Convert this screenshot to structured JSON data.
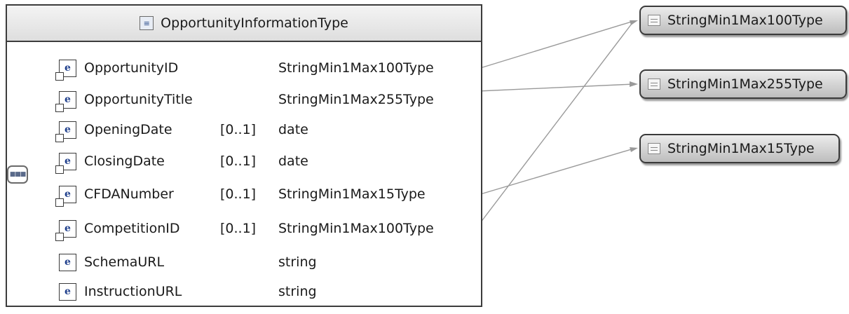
{
  "complex_type": {
    "name": "OpportunityInformationType",
    "icon": "complex-type-icon"
  },
  "sequence_icon": "sequence-compositor-icon",
  "elements": [
    {
      "name": "OpportunityID",
      "cardinality": "",
      "type": "StringMin1Max100Type",
      "icon": "element-reference-icon"
    },
    {
      "name": "OpportunityTitle",
      "cardinality": "",
      "type": "StringMin1Max255Type",
      "icon": "element-reference-icon"
    },
    {
      "name": "OpeningDate",
      "cardinality": "[0..1]",
      "type": "date",
      "icon": "element-reference-icon"
    },
    {
      "name": "ClosingDate",
      "cardinality": "[0..1]",
      "type": "date",
      "icon": "element-reference-icon"
    },
    {
      "name": "CFDANumber",
      "cardinality": "[0..1]",
      "type": "StringMin1Max15Type",
      "icon": "element-reference-icon"
    },
    {
      "name": "CompetitionID",
      "cardinality": "[0..1]",
      "type": "StringMin1Max100Type",
      "icon": "element-reference-icon"
    },
    {
      "name": "SchemaURL",
      "cardinality": "",
      "type": "string",
      "icon": "element-icon"
    },
    {
      "name": "InstructionURL",
      "cardinality": "",
      "type": "string",
      "icon": "element-icon"
    }
  ],
  "simple_types": [
    {
      "name": "StringMin1Max100Type",
      "icon": "simple-type-icon"
    },
    {
      "name": "StringMin1Max255Type",
      "icon": "simple-type-icon"
    },
    {
      "name": "StringMin1Max15Type",
      "icon": "simple-type-icon"
    }
  ]
}
